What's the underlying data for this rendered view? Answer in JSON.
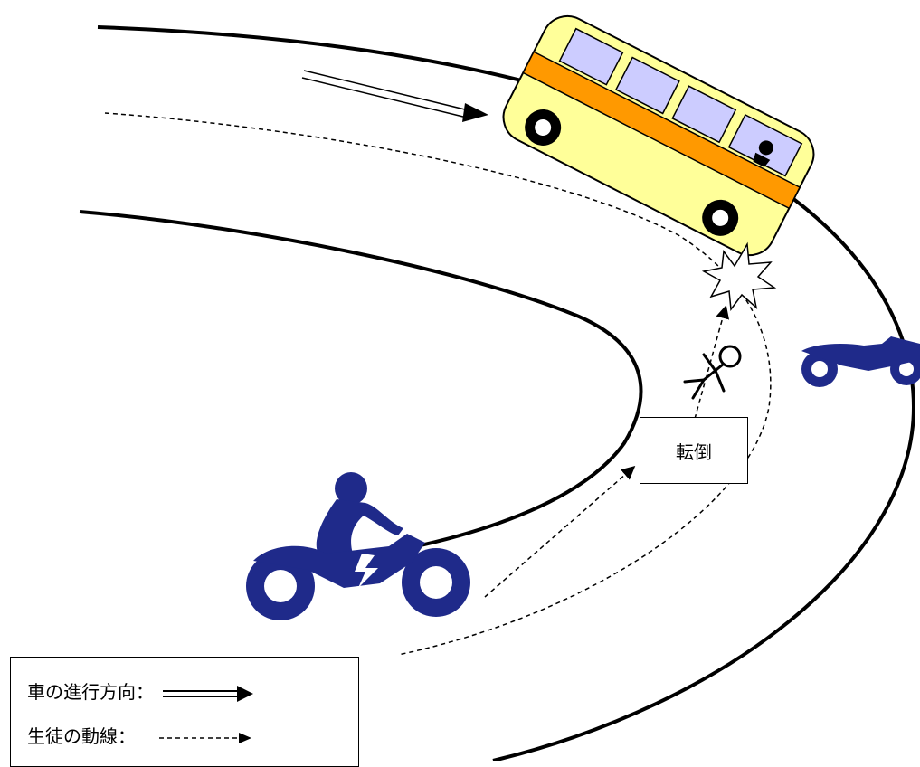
{
  "labels": {
    "fall": "転倒"
  },
  "legend": {
    "car_direction": "車の進行方向：",
    "student_path": "生徒の動線："
  },
  "colors": {
    "road_line": "#000000",
    "bus_body": "#ffff99",
    "bus_stripe": "#ff9900",
    "bus_window": "#ccccff",
    "motorcycle": "#1f2a8a"
  },
  "icons": {
    "bus": "bus-icon",
    "motorcycle": "motorcycle-icon",
    "person": "falling-person-icon",
    "collision": "collision-burst-icon"
  }
}
